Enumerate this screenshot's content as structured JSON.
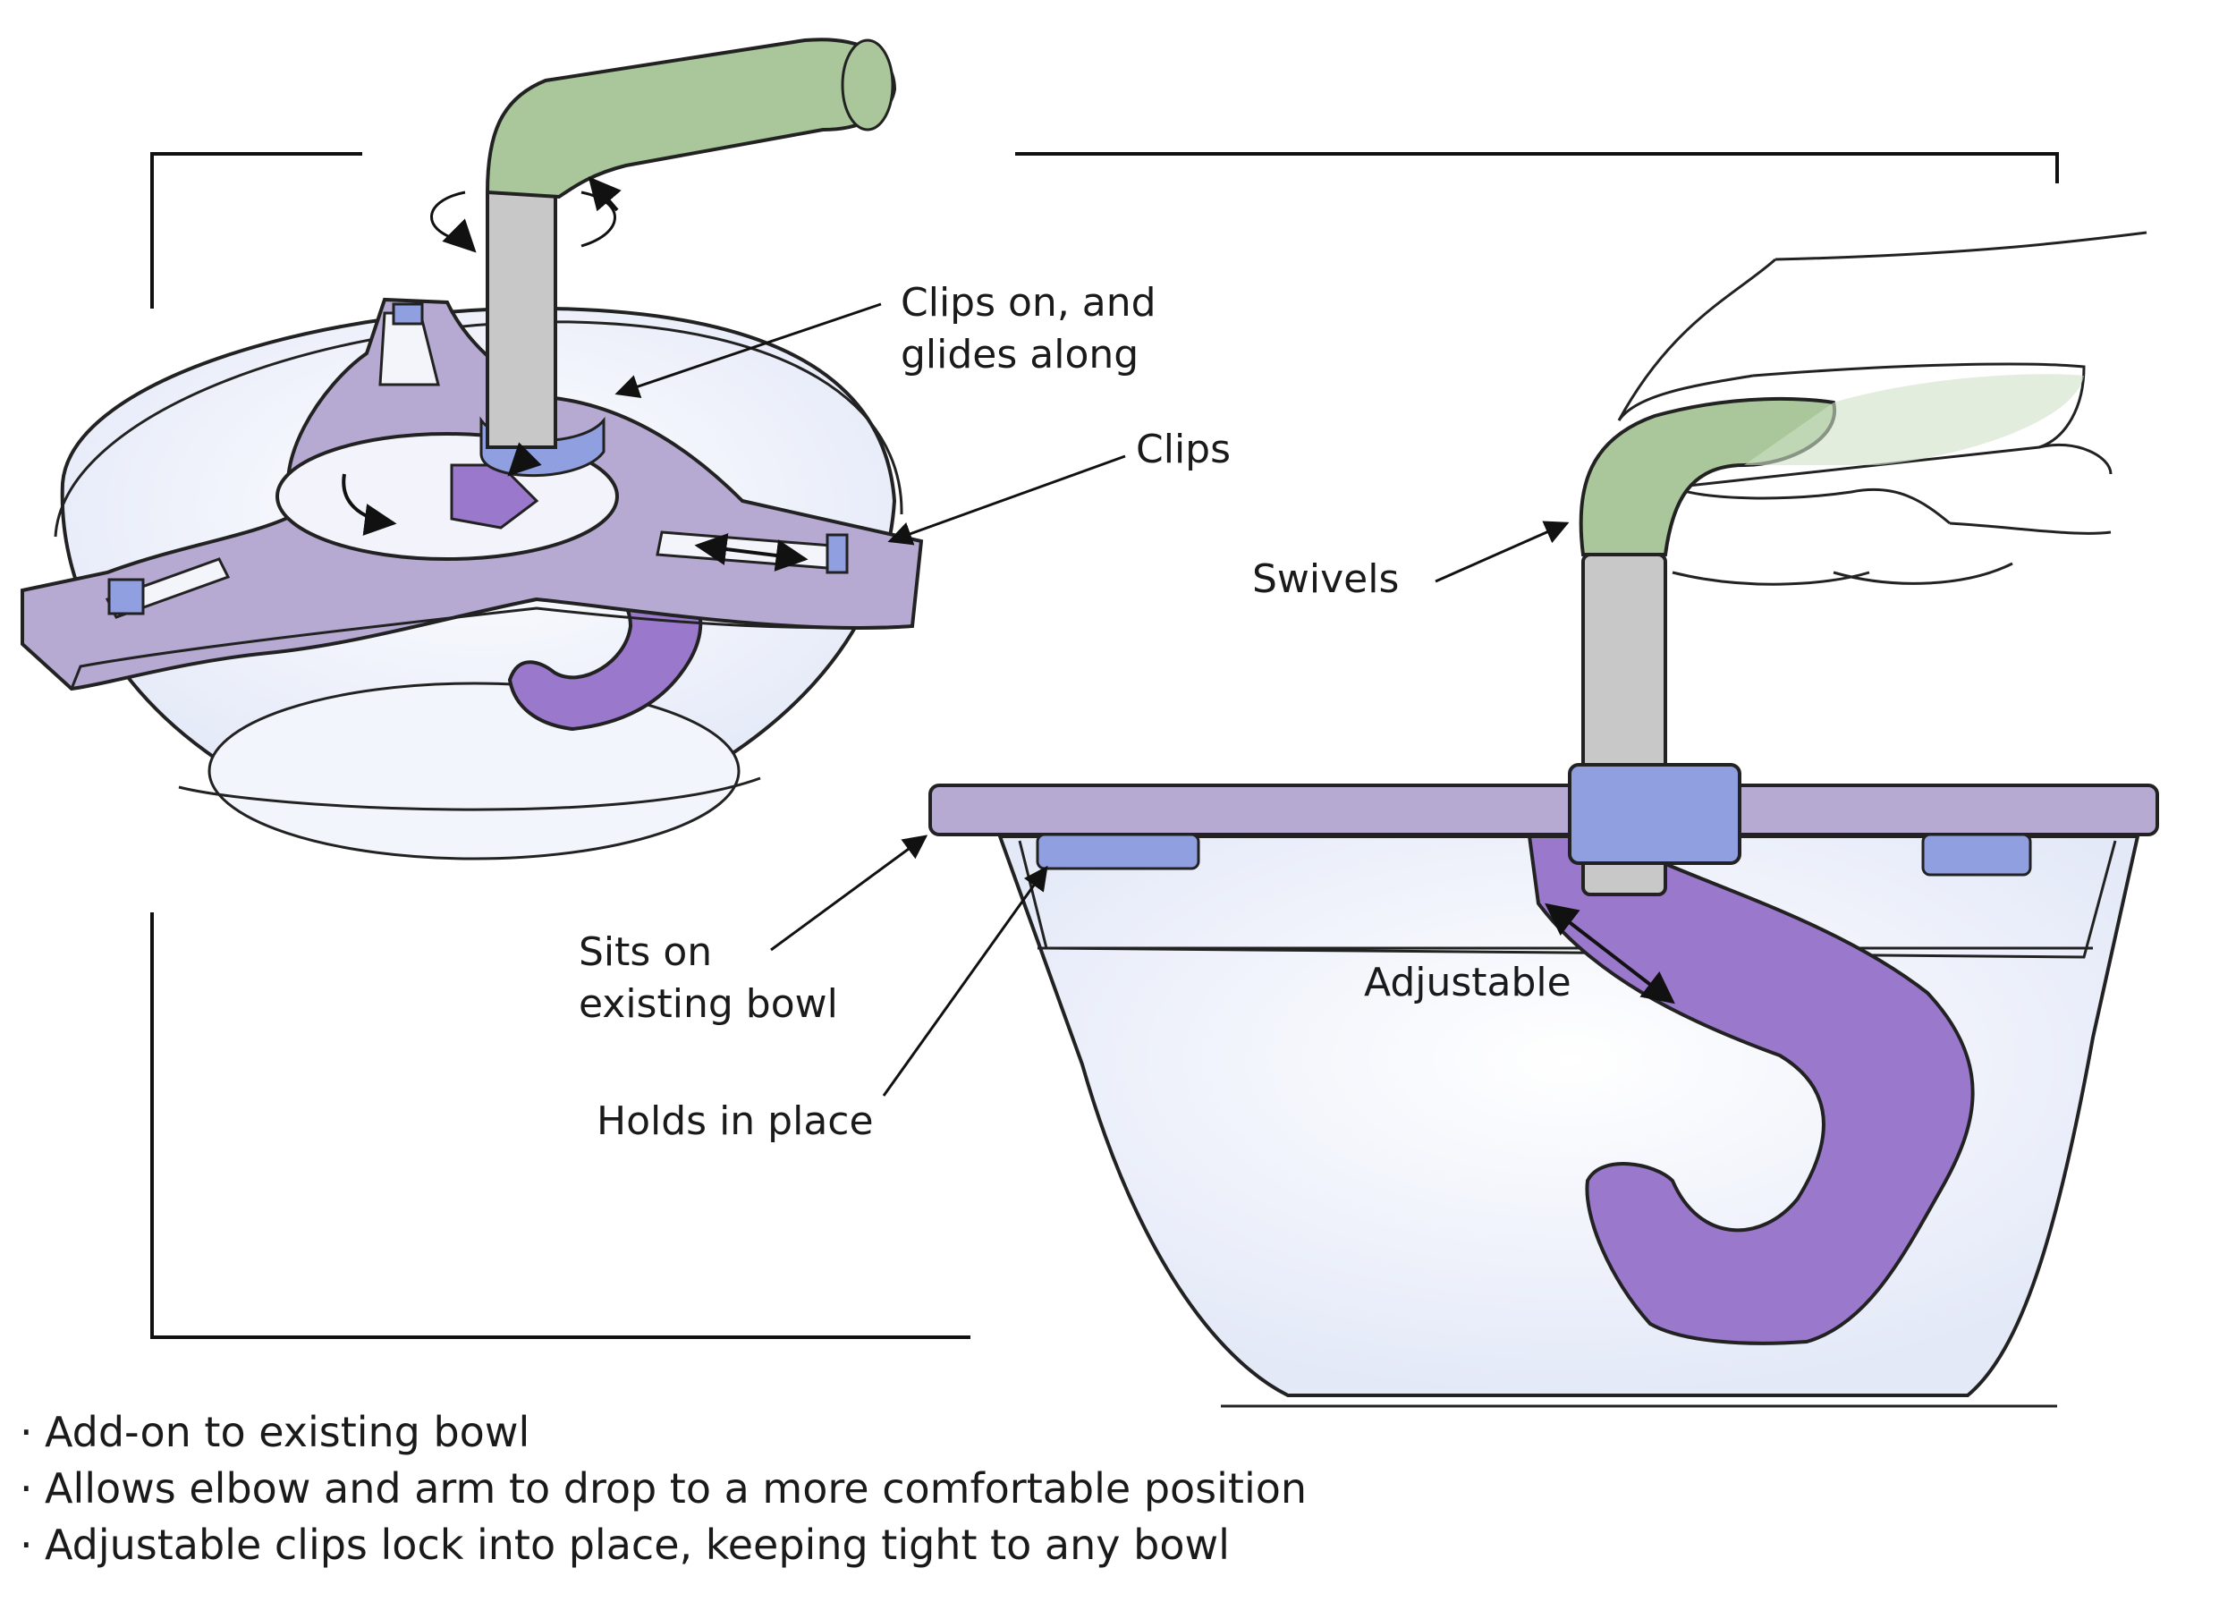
{
  "callouts": {
    "clips_on": {
      "line1": "Clips on, and",
      "line2": "glides along"
    },
    "clips": "Clips",
    "swivels": "Swivels",
    "sits_on": {
      "line1": "Sits on",
      "line2": "existing bowl"
    },
    "adjustable": "Adjustable",
    "holds": "Holds in place"
  },
  "notes": {
    "marker": "·",
    "items": [
      "Add-on to existing bowl",
      "Allows elbow and arm to drop to a more comfortable position",
      "Adjustable clips lock into place, keeping tight to any bowl"
    ]
  },
  "colors": {
    "handle_green": "#a9c79a",
    "frame_purple": "#b6aad3",
    "hook_purple": "#9a78cc",
    "clip_blue": "#8f9fe0",
    "shaft_grey": "#c8c8c8",
    "bowl_tint": "#eef1fb",
    "ink": "#1a1a1a"
  }
}
